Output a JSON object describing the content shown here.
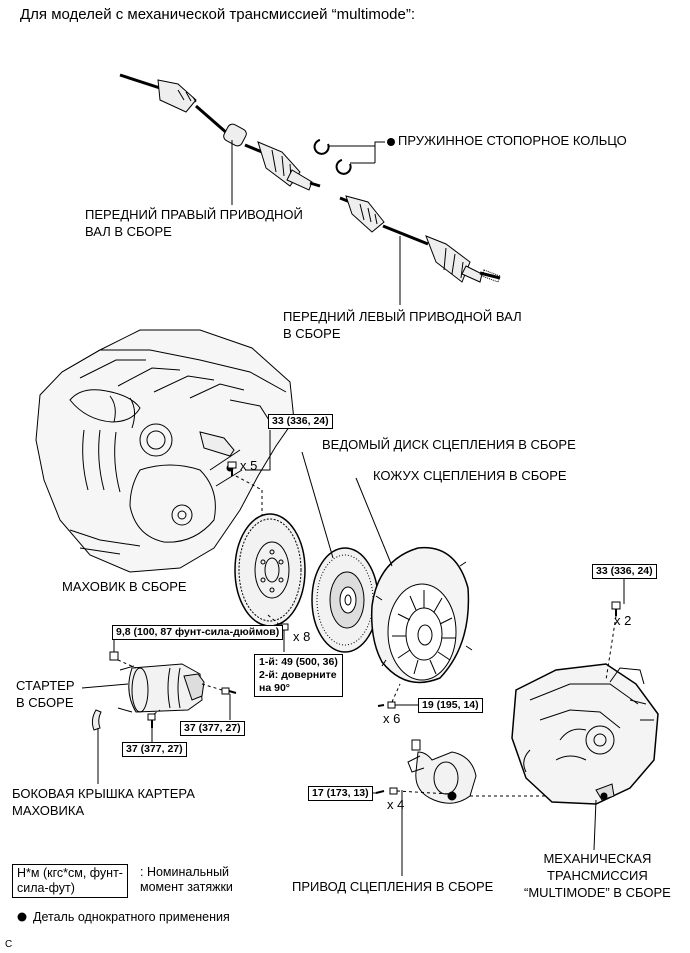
{
  "heading": "Для моделей с механической трансмиссией “multimode”:",
  "parts": {
    "front_right_shaft": [
      "ПЕРЕДНИЙ ПРАВЫЙ ПРИВОДНОЙ",
      "ВАЛ В СБОРЕ"
    ],
    "snap_ring": "ПРУЖИННОЕ СТОПОРНОЕ КОЛЬЦО",
    "front_left_shaft": [
      "ПЕРЕДНИЙ ЛЕВЫЙ ПРИВОДНОЙ ВАЛ",
      "В СБОРЕ"
    ],
    "clutch_disc": "ВЕДОМЫЙ ДИСК СЦЕПЛЕНИЯ В СБОРЕ",
    "clutch_cover": "КОЖУХ СЦЕПЛЕНИЯ В СБОРЕ",
    "flywheel": "МАХОВИК В СБОРЕ",
    "starter": [
      "СТАРТЕР",
      "В СБОРЕ"
    ],
    "side_cover": [
      "БОКОВАЯ КРЫШКА КАРТЕРА",
      "МАХОВИКА"
    ],
    "clutch_actuator": "ПРИВОД СЦЕПЛЕНИЯ В СБОРЕ",
    "transmission": [
      "МЕХАНИЧЕСКАЯ",
      "ТРАНСМИССИЯ",
      "“MULTIMODE” В СБОРЕ"
    ]
  },
  "torques": {
    "engine_bolt": "33 (336, 24)",
    "starter_nut": "9,8 (100, 87 фунт-сила-дюймов)",
    "flywheel_bolt": [
      "1-й: 49 (500, 36)",
      "2-й: доверните",
      "на 90°"
    ],
    "trans_bolt": "33 (336, 24)",
    "cover_bolt": "19 (195, 14)",
    "starter_bolt_right": "37 (377, 27)",
    "starter_bolt_bottom": "37 (377, 27)",
    "actuator_bolt": "17 (173, 13)"
  },
  "quantities": {
    "engine": "x 5",
    "flywheel": "x 8",
    "trans": "x 2",
    "cover": "x 6",
    "actuator": "x 4"
  },
  "legend": {
    "unit": [
      "Н*м (кгс*см, фунт-",
      "сила-фут)"
    ],
    "unit_desc": [
      ": Номинальный",
      "момент затяжки"
    ],
    "single_use": "Деталь однократного применения"
  },
  "corner_code": "C"
}
